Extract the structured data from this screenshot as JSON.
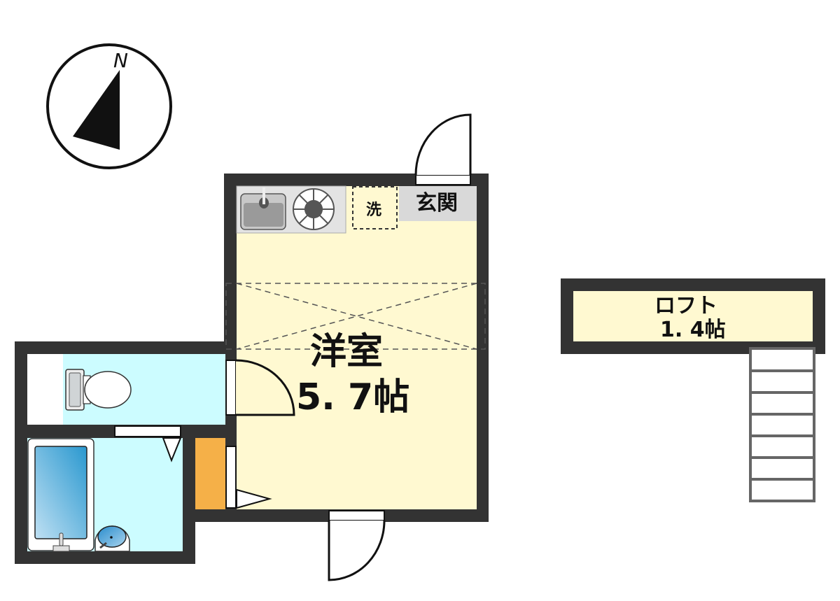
{
  "floor_plan": {
    "compass": {
      "label": "N",
      "icon": "north-arrow-icon"
    },
    "rooms": {
      "western_room": {
        "name": "洋室",
        "size": "5.7帖",
        "size_display": "5. 7帖"
      },
      "entrance": {
        "name": "玄関"
      },
      "washer_space": {
        "label": "洗"
      },
      "loft": {
        "name": "ロフト",
        "size": "1.4帖",
        "size_display": "1. 4帖"
      }
    },
    "fixtures": [
      "kitchen-sink",
      "gas-stove",
      "washing-machine-space",
      "toilet",
      "bathtub",
      "wash-basin",
      "storage-closet",
      "loft-ladder"
    ],
    "colors": {
      "wall": "#333333",
      "room_floor": "#fff9d1",
      "wet_area": "#ccfcff",
      "entrance_floor": "#d9d9d9",
      "kitchen_counter": "#e3e3e3",
      "closet": "#f5b048",
      "ladder": "#666666"
    }
  }
}
